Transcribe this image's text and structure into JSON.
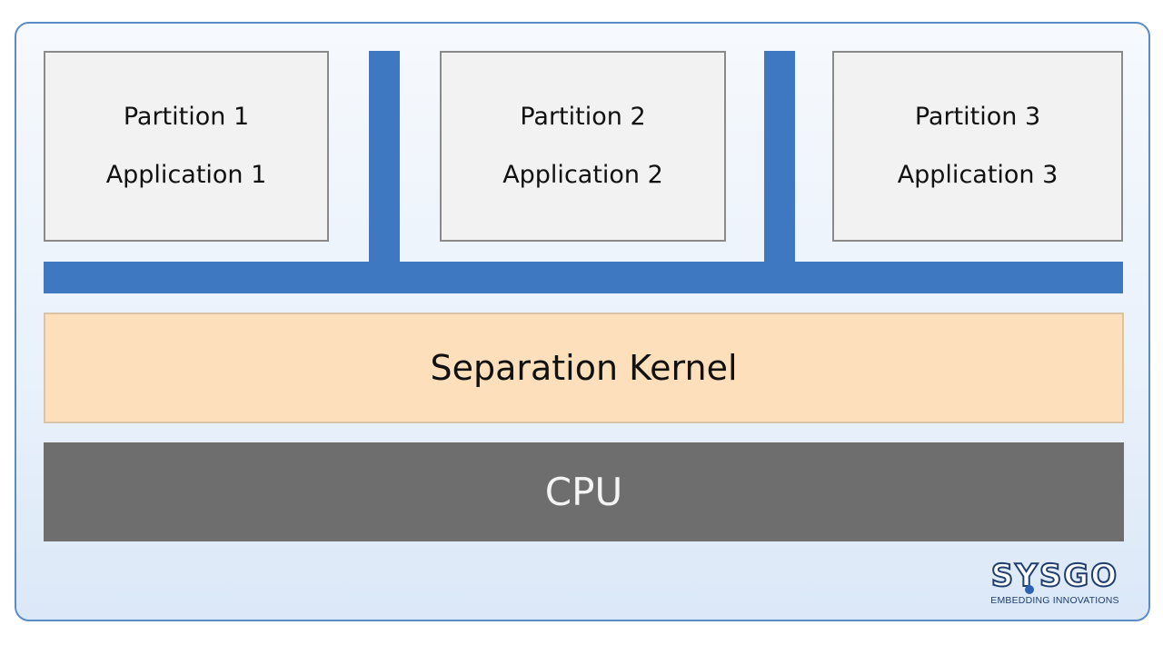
{
  "partitions": [
    {
      "title": "Partition 1",
      "app": "Application 1"
    },
    {
      "title": "Partition 2",
      "app": "Application 2"
    },
    {
      "title": "Partition 3",
      "app": "Application 3"
    }
  ],
  "kernel": {
    "label": "Separation Kernel"
  },
  "cpu": {
    "label": "CPU"
  },
  "logo": {
    "name": "SYSGO",
    "tagline": "EMBEDDING INNOVATIONS"
  },
  "colors": {
    "bus": "#3d78c0",
    "kernel_fill": "#fde0bb",
    "cpu_fill": "#6e6e6e",
    "partition_fill": "#f2f2f2",
    "frame_border": "#5a8cc8"
  }
}
